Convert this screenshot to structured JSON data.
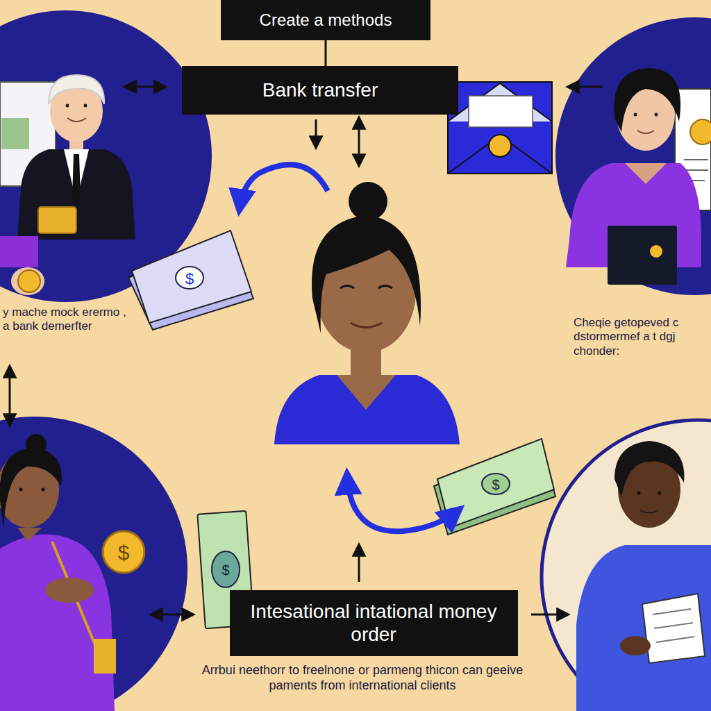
{
  "diagram": {
    "caption": "Arrbui neethorr to freelnone or parmeng thicon can geeive paments from international clients",
    "nodes": [
      {
        "text": [
          "Create a methods"
        ]
      },
      {
        "text": [
          "Bank transfer"
        ]
      },
      {
        "text": [
          "Intesational intational money order"
        ]
      }
    ],
    "edges": [
      {
        "from": 0,
        "to": 1,
        "arrow": "none"
      }
    ],
    "labels": [
      "y mache mock erermo , a bank demerfter",
      "Cheqie getopeved c dstormermef a t dgj chonder:"
    ]
  }
}
